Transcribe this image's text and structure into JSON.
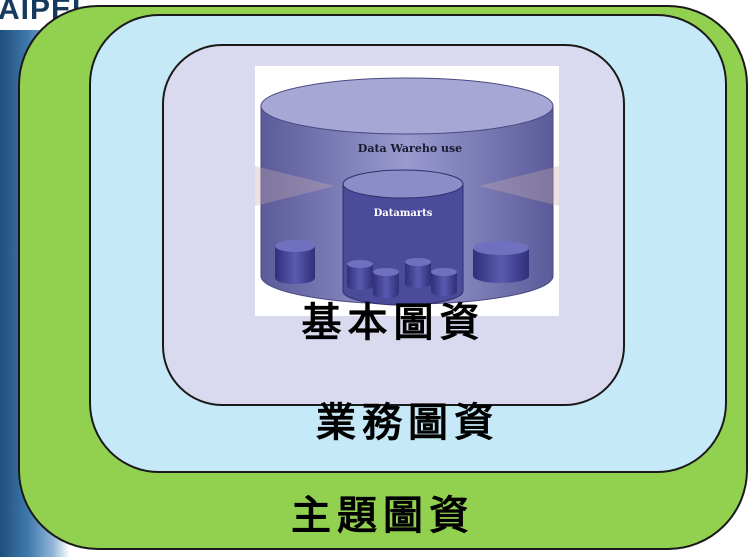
{
  "diagram": {
    "outer_label": "主題圖資",
    "middle_label": "業務圖資",
    "inner_label": "基本圖資",
    "image": {
      "warehouse_label": "Data Wareho use",
      "datamarts_label": "Datamarts"
    },
    "background_logo_text": "AIPEI"
  },
  "colors": {
    "outer": "#92d050",
    "middle": "#c6e9f7",
    "inner": "#d9daf0",
    "cylinder": "#7f7fb8"
  }
}
